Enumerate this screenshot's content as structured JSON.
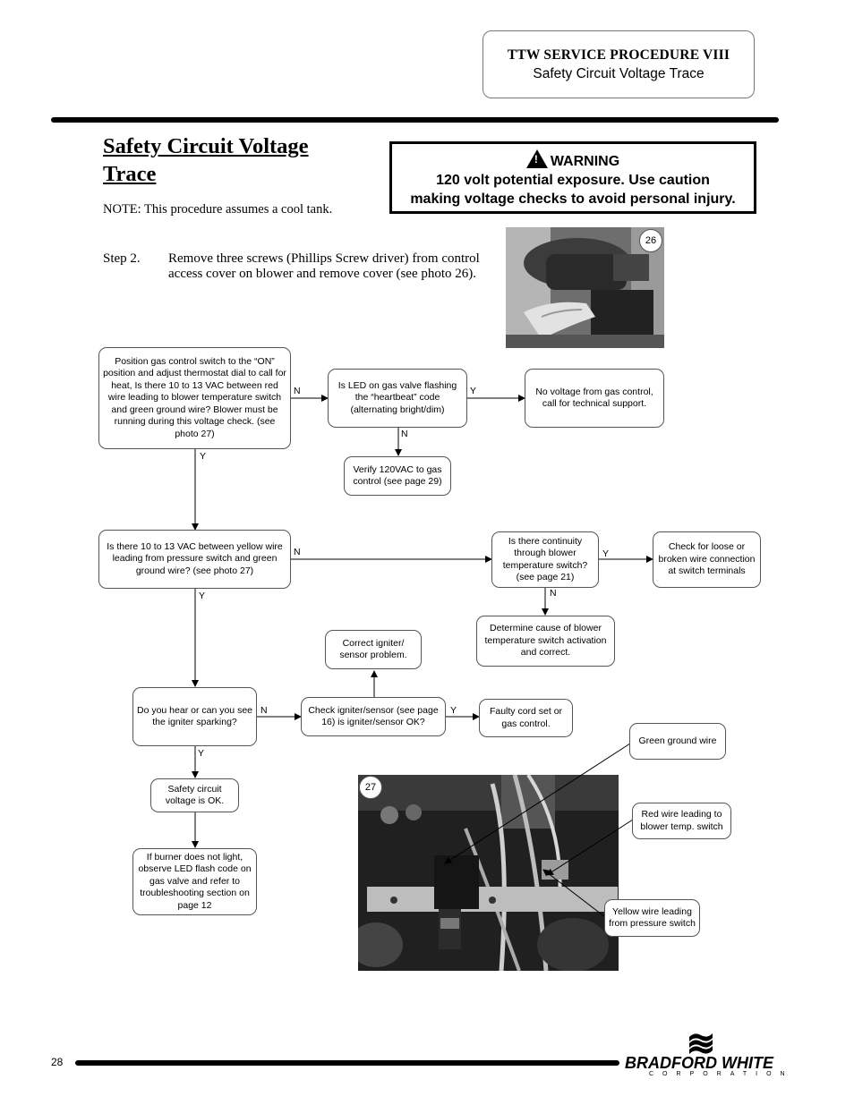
{
  "header": {
    "procedure": "TTW SERVICE PROCEDURE  VIII",
    "subtitle": "Safety Circuit Voltage Trace"
  },
  "title": {
    "line1": "Safety Circuit Voltage",
    "line2": "Trace"
  },
  "note": "NOTE: This procedure assumes a cool tank.",
  "warning": {
    "heading": "WARNING",
    "line1": "120 volt potential exposure. Use caution",
    "line2": "making voltage checks to avoid personal injury."
  },
  "step": {
    "number": "Step 2.",
    "text": "Remove three screws (Phillips Screw driver) from control access cover on blower and remove cover (see photo 26)."
  },
  "photos": {
    "p26": "26",
    "p27": "27"
  },
  "flow": {
    "b1": "Position gas control switch to the “ON” position and adjust thermostat dial to call for heat, Is there 10 to 13 VAC  between red wire leading to blower temperature switch and green ground wire? Blower must be running during this voltage check. (see photo 27)",
    "b2": "Is LED on gas valve flashing the “heartbeat” code (alternating bright/dim)",
    "b3": "No voltage from gas control, call for technical support.",
    "b4": "Verify 120VAC to gas control (see page 29)",
    "b5": "Is there 10 to 13 VAC  between yellow wire leading from pressure switch and green ground wire? (see photo 27)",
    "b6": "Is there continuity through blower temperature switch? (see page 21)",
    "b7": "Check for loose or broken wire connection at switch terminals",
    "b8": "Determine cause of blower temperature switch activation and correct.",
    "b9": "Correct igniter/ sensor problem.",
    "b10": "Do you hear or can you see the igniter sparking?",
    "b11": "Check igniter/sensor (see page 16) is igniter/sensor OK?",
    "b12": "Faulty cord set or gas control.",
    "b13": "Safety circuit voltage is OK.",
    "b14": "If burner does not light, observe LED flash code on gas valve and refer to troubleshooting section on page 12",
    "c1": "Green ground wire",
    "c2": "Red wire leading to blower temp. switch",
    "c3": "Yellow wire leading from pressure switch",
    "yes": "Y",
    "no": "N"
  },
  "footer": {
    "page": "28",
    "brand": "BRADFORD WHITE",
    "corp": "CORPORATION"
  }
}
